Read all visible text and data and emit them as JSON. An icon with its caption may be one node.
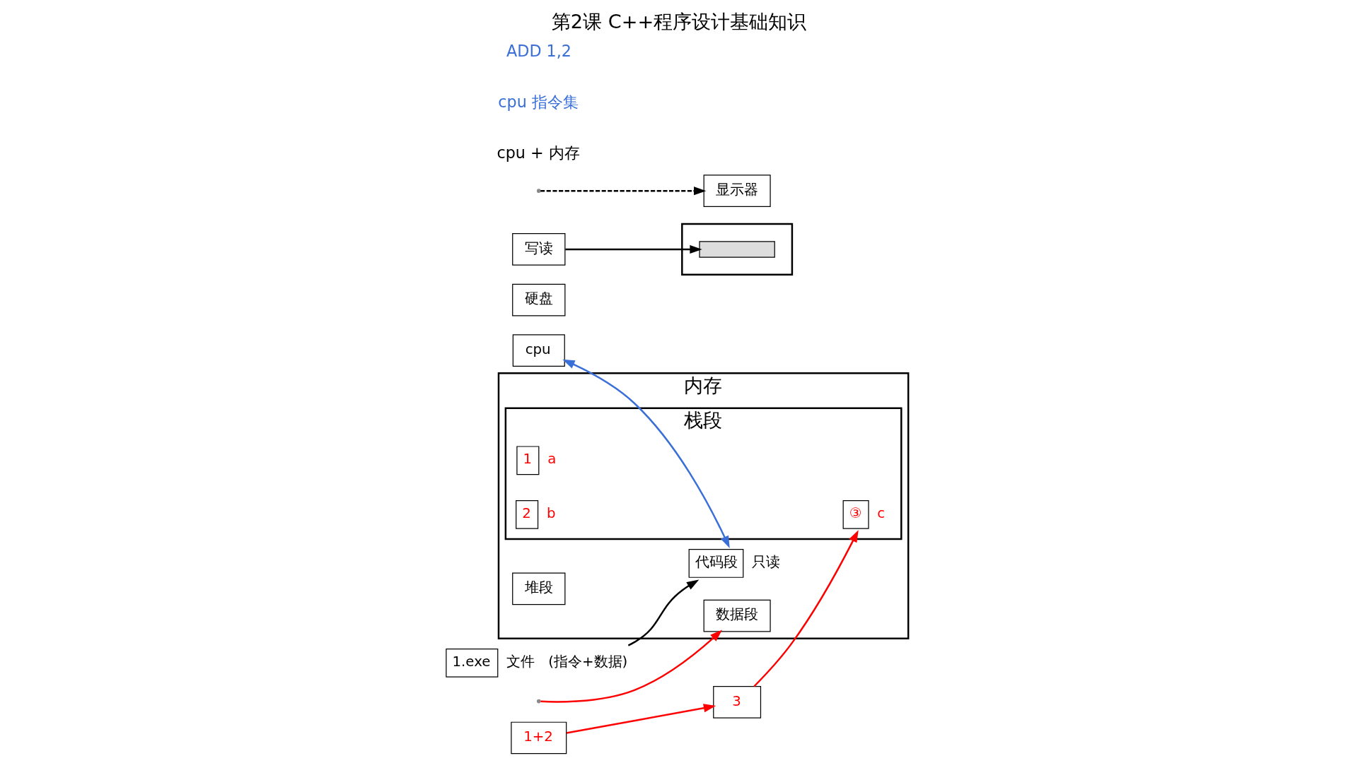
{
  "diagram": {
    "title": "第2课 C++程序设计基础知识",
    "nodes": [
      {
        "text": [
          "cpu"
        ]
      },
      {
        "text": [
          "1+2"
        ]
      },
      {
        "text": [
          "3"
        ]
      },
      {
        "text": [
          "内存"
        ]
      },
      {
        "text": [
          "堆段"
        ],
        "in": 3
      },
      {
        "text": [
          "栈段"
        ],
        "in": 3
      },
      {
        "text": [
          "1"
        ],
        "in": 5,
        "beside": [
          "a"
        ]
      },
      {
        "text": [
          "2"
        ],
        "in": 5,
        "beside": [
          "b"
        ]
      },
      {
        "text": [
          "③"
        ],
        "in": 5,
        "beside": [
          "c"
        ]
      },
      {
        "text": [
          "数据段"
        ],
        "in": 3
      },
      {
        "text": [
          "代码段"
        ],
        "in": 3,
        "beside": [
          "只读"
        ]
      },
      {
        "text": [
          "硬盘"
        ]
      },
      {
        "text": [
          "1.exe"
        ],
        "beside": [
          "文件",
          "(指令+数据)"
        ]
      },
      {
        "text": [
          "写读"
        ]
      },
      {
        "text": [],
        "shape": "box"
      },
      {
        "text": [],
        "shape": "bar",
        "in": 14
      },
      {
        "text": [
          "显示器"
        ]
      }
    ],
    "edges": [
      {
        "from": 0,
        "to": 10,
        "arrow": "both",
        "color": "#3a6fd8"
      },
      {
        "from": 1,
        "to": 2,
        "arrow": "to",
        "color": "#ff0000"
      },
      {
        "from": 2,
        "to": 8,
        "arrow": "to",
        "color": "#ff0000"
      },
      {
        "from": null,
        "to": 9,
        "arrow": "to",
        "color": "#ff0000"
      },
      {
        "from": 12,
        "to": 10,
        "arrow": "to",
        "color": "#000000"
      },
      {
        "from": 13,
        "to": 15,
        "arrow": "to",
        "color": "#000000"
      },
      {
        "from": null,
        "to": 16,
        "arrow": "to",
        "style": "dashed",
        "color": "#000000"
      }
    ],
    "labels": [
      "cpu + 内存",
      "cpu 指令集",
      "ADD 1,2"
    ]
  }
}
